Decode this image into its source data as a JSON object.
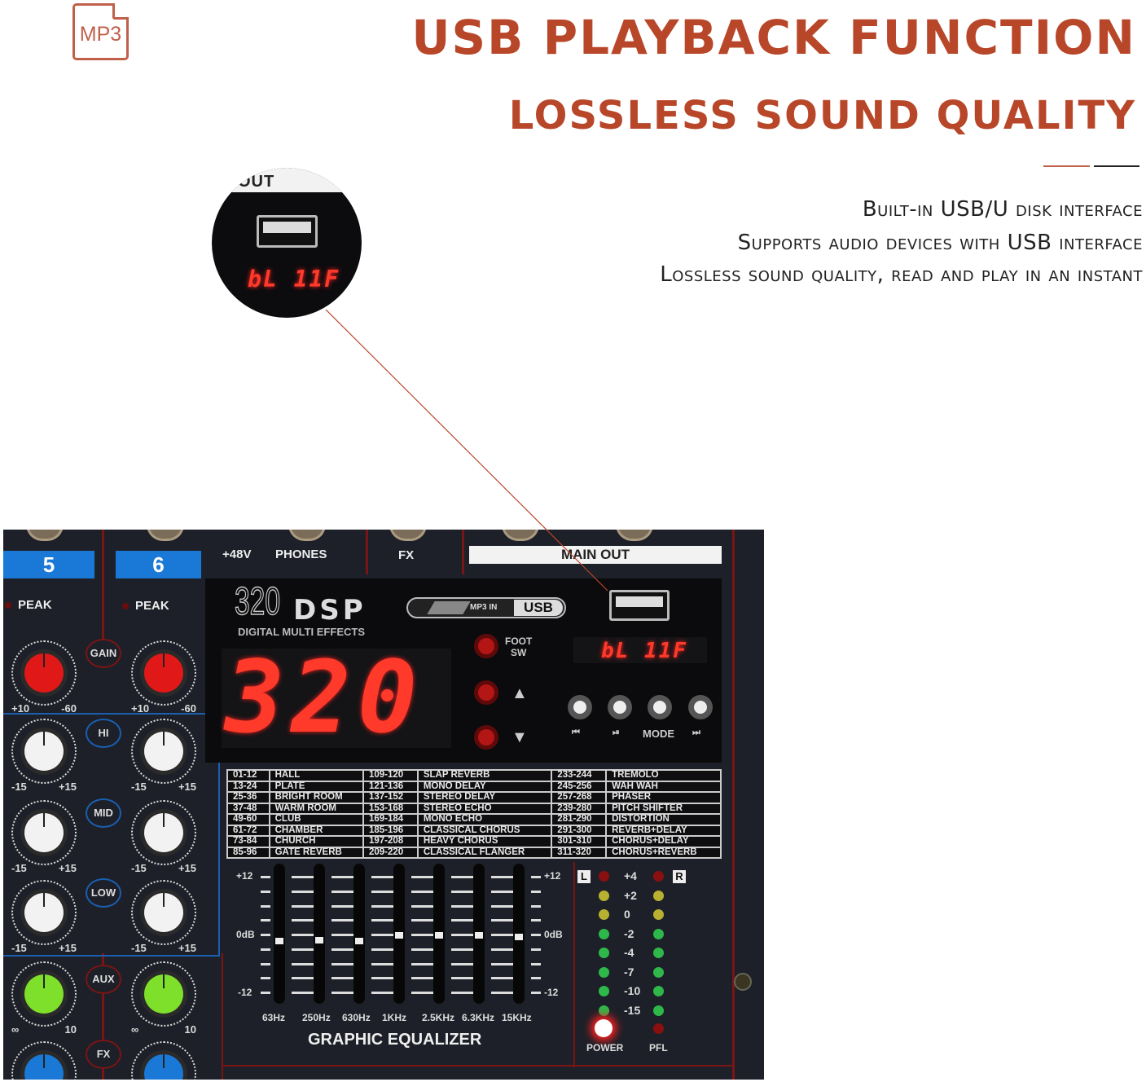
{
  "header": {
    "file_icon_label": "MP3",
    "title": "USB PLAYBACK FUNCTION",
    "subtitle": "LOSSLESS SOUND QUALITY",
    "accent_color": "#b8472a",
    "features": [
      "Built-in USB/U disk interface",
      "Supports audio devices with USB interface",
      "Lossless sound quality, read and play in an instant"
    ]
  },
  "zoom_callout": {
    "label": "OUT",
    "icon": "usb-port-icon",
    "display": "bL 11F"
  },
  "mixer": {
    "top_labels": {
      "phantom": "+48V",
      "phones": "PHONES",
      "fx": "FX",
      "main_out": "MAIN OUT"
    },
    "channels": [
      {
        "number": "5",
        "peak": "PEAK"
      },
      {
        "number": "6",
        "peak": "PEAK"
      }
    ],
    "sections": {
      "gain": "GAIN",
      "hi": "HI",
      "mid": "MID",
      "low": "LOW",
      "aux": "AUX",
      "fx": "FX"
    },
    "scales": {
      "gain": [
        "+10",
        "-60"
      ],
      "eq": [
        "-15",
        "+15"
      ],
      "aux": [
        "∞",
        "10"
      ]
    },
    "dsp": {
      "model": "320",
      "brand": "DSP",
      "tagline": "DIGITAL MULTI EFFECTS",
      "badge_mp3": "MP3 IN",
      "badge_usb": "USB",
      "effect_display": "320",
      "foot_label": "FOOT",
      "foot_sub": "SW",
      "up_icon": "▲",
      "down_icon": "▼",
      "player_display": "bL 11F",
      "player_buttons": [
        "⏮",
        "⏯",
        "MODE",
        "⏭"
      ]
    },
    "effects_table": [
      [
        "01-12",
        "HALL",
        "109-120",
        "SLAP REVERB",
        "233-244",
        "TREMOLO"
      ],
      [
        "13-24",
        "PLATE",
        "121-136",
        "MONO DELAY",
        "245-256",
        "WAH WAH"
      ],
      [
        "25-36",
        "BRIGHT ROOM",
        "137-152",
        "STEREO DELAY",
        "257-268",
        "PHASER"
      ],
      [
        "37-48",
        "WARM ROOM",
        "153-168",
        "STEREO ECHO",
        "239-280",
        "PITCH SHIFTER"
      ],
      [
        "49-60",
        "CLUB",
        "169-184",
        "MONO ECHO",
        "281-290",
        "DISTORTION"
      ],
      [
        "61-72",
        "CHAMBER",
        "185-196",
        "CLASSICAL CHORUS",
        "291-300",
        "REVERB+DELAY"
      ],
      [
        "73-84",
        "CHURCH",
        "197-208",
        "HEAVY CHORUS",
        "301-310",
        "CHORUS+DELAY"
      ],
      [
        "85-96",
        "GATE REVERB",
        "209-220",
        "CLASSICAL FLANGER",
        "311-320",
        "CHORUS+REVERB"
      ]
    ],
    "eq": {
      "title": "GRAPHIC EQUALIZER",
      "scale_top": "+12",
      "scale_mid": "0dB",
      "scale_bottom": "-12",
      "bands": [
        "63Hz",
        "250Hz",
        "630Hz",
        "1KHz",
        "2.5KHz",
        "6.3KHz",
        "15KHz"
      ],
      "fader_levels_db": [
        -1.5,
        -1.3,
        -1.6,
        -0.4,
        -0.4,
        -0.4,
        -0.6
      ]
    },
    "meter": {
      "left": "L",
      "right": "R",
      "levels": [
        "+4",
        "+2",
        "0",
        "-2",
        "-4",
        "-7",
        "-10",
        "-15"
      ],
      "led_colors": [
        "#8a1010",
        "#b8b030",
        "#b8b030",
        "#2fb84a",
        "#2fb84a",
        "#2fb84a",
        "#2fb84a",
        "#2fb84a"
      ],
      "power": "POWER",
      "pfl": "PFL"
    }
  }
}
